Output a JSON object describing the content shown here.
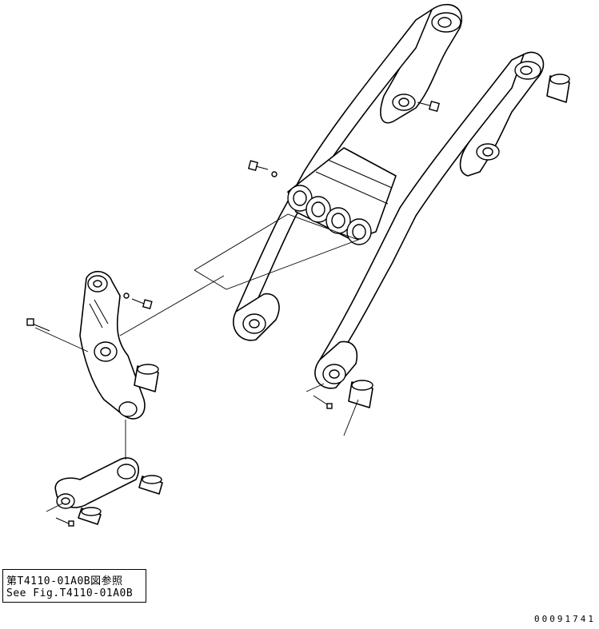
{
  "reference_note": {
    "line_jp": "第T4110-01A0B図参照",
    "line_en": "See Fig.T4110-01A0B"
  },
  "drawing_number": "00091741",
  "colors": {
    "line": "#000000",
    "background": "#ffffff"
  }
}
